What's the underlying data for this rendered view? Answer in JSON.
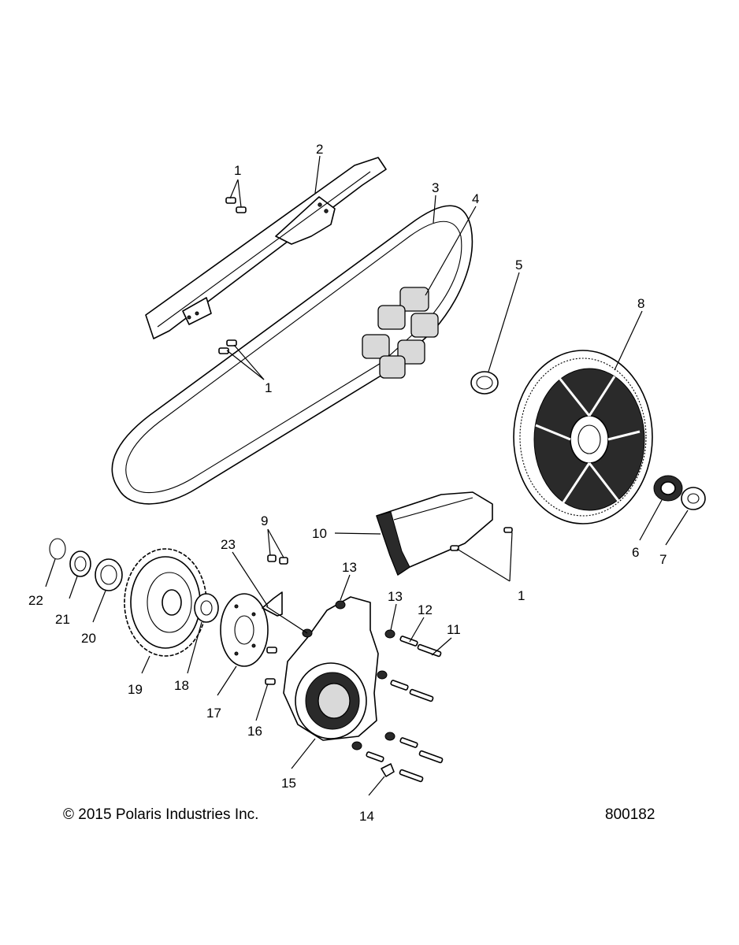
{
  "footer": {
    "copyright": "© 2015 Polaris Industries Inc.",
    "diagram_number": "800182"
  },
  "callouts": [
    "1",
    "2",
    "3",
    "4",
    "5",
    "1",
    "8",
    "10",
    "9",
    "23",
    "13",
    "13",
    "12",
    "11",
    "22",
    "21",
    "20",
    "19",
    "18",
    "17",
    "16",
    "15",
    "14",
    "6",
    "7",
    "1"
  ]
}
